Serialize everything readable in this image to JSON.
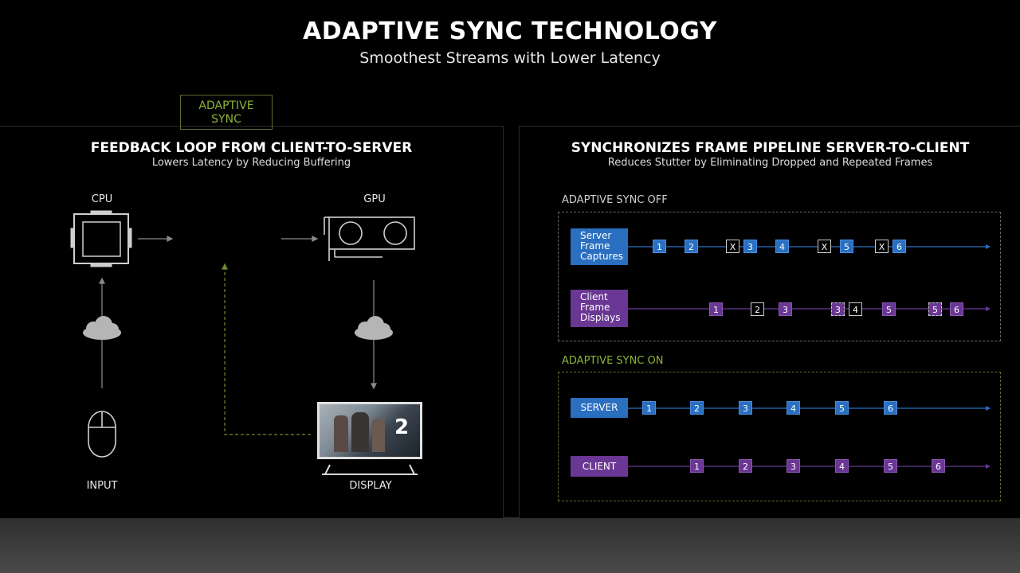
{
  "header": {
    "title": "ADAPTIVE SYNC TECHNOLOGY",
    "subtitle": "Smoothest Streams with Lower Latency"
  },
  "left_panel": {
    "title": "FEEDBACK LOOP FROM CLIENT-TO-SERVER",
    "subtitle": "Lowers Latency by Reducing Buffering",
    "cpu_label": "CPU",
    "gpu_label": "GPU",
    "adaptive_sync_line1": "ADAPTIVE",
    "adaptive_sync_line2": "SYNC",
    "input_label": "INPUT",
    "display_label": "DISPLAY",
    "display_logo": "2"
  },
  "right_panel": {
    "title": "SYNCHRONIZES FRAME PIPELINE SERVER-TO-CLIENT",
    "subtitle": "Reduces Stutter by Eliminating Dropped and Repeated Frames",
    "off": {
      "label": "ADAPTIVE SYNC OFF",
      "server_label_line1": "Server",
      "server_label_line2": "Frame",
      "server_label_line3": "Captures",
      "client_label_line1": "Client",
      "client_label_line2": "Frame",
      "client_label_line3": "Displays",
      "server_chips": [
        "1",
        "2",
        "X",
        "3",
        "4",
        "X",
        "5",
        "X",
        "6"
      ],
      "client_chips": [
        "1",
        "2",
        "3",
        "3",
        "4",
        "5",
        "5",
        "6"
      ]
    },
    "on": {
      "label": "ADAPTIVE SYNC ON",
      "server_label": "SERVER",
      "client_label": "CLIENT",
      "server_chips": [
        "1",
        "2",
        "3",
        "4",
        "5",
        "6"
      ],
      "client_chips": [
        "1",
        "2",
        "3",
        "4",
        "5",
        "6"
      ]
    }
  },
  "colors": {
    "accent_green": "#8cb335",
    "server_blue": "#2a6fc0",
    "client_purple": "#6a3794"
  },
  "icons": [
    "cpu-icon",
    "gpu-icon",
    "cloud-icon",
    "mouse-icon",
    "monitor-icon"
  ]
}
